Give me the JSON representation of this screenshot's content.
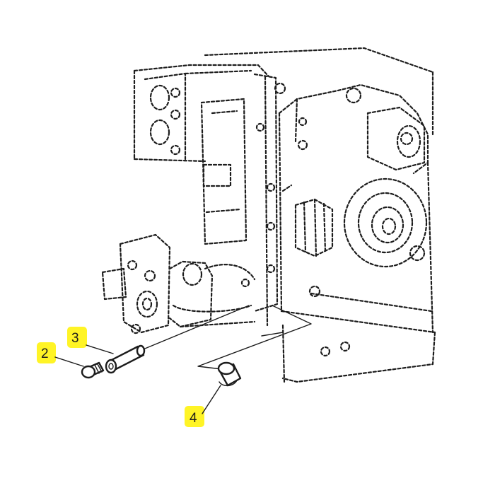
{
  "diagram": {
    "callouts": [
      {
        "id": "2",
        "label": "2"
      },
      {
        "id": "3",
        "label": "3"
      },
      {
        "id": "4",
        "label": "4"
      }
    ],
    "colors": {
      "highlight": "#fff200",
      "line": "#1c1c1c",
      "background": "#ffffff"
    }
  }
}
